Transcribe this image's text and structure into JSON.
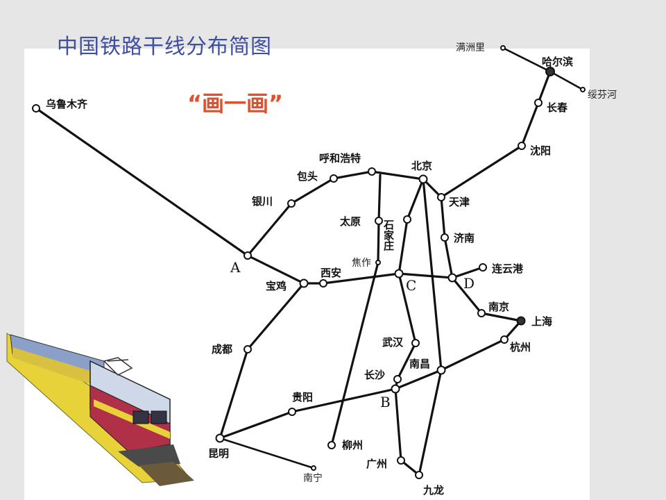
{
  "title": "中国铁路干线分布简图",
  "subtitle": "“画一画”",
  "colors": {
    "title": "#3f4fa0",
    "subtitle": "#e0502c",
    "line": "#111111",
    "panel": "#ffffff",
    "background": "#e6e6e6"
  },
  "stations": {
    "wulumuqi": "乌鲁木齐",
    "huhehaote": "呼和浩特",
    "baotou": "包头",
    "yinchuan": "银川",
    "beijing": "北京",
    "tianjin": "天津",
    "shenyang": "沈阳",
    "changchun": "长春",
    "haerbin": "哈尔滨",
    "manzhouli": "满洲里",
    "suifenhe": "绥芬河",
    "taiyuan": "太原",
    "shijiazhuang": "石家庄",
    "jinan": "济南",
    "jiaozuo": "焦作",
    "xian": "西安",
    "baoji": "宝鸡",
    "lianyungang": "连云港",
    "nanjing": "南京",
    "shanghai": "上海",
    "hangzhou": "杭州",
    "chengdu": "成都",
    "wuhan": "武汉",
    "nanchang": "南昌",
    "changsha": "长沙",
    "guiyang": "贵阳",
    "kunming": "昆明",
    "nanning": "南宁",
    "liuzhou": "柳州",
    "guangzhou": "广州",
    "jiulong": "九龙"
  },
  "junction_letters": {
    "a": "A",
    "b": "B",
    "c": "C",
    "d": "D"
  },
  "illustration": "train-illustration"
}
